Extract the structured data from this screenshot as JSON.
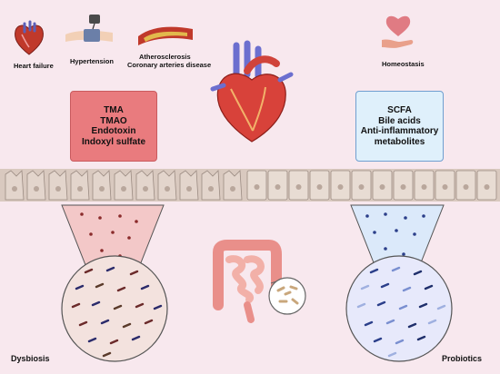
{
  "top_labels": {
    "heart_failure": "Heart failure",
    "hypertension": "Hypertension",
    "atherosclerosis": "Atherosclerosis",
    "coronary": "Coronary arteries disease",
    "homeostasis": "Homeostasis"
  },
  "dysbiosis_box": {
    "lines": [
      "TMA",
      "TMAO",
      "Endotoxin",
      "Indoxyl sulfate"
    ]
  },
  "probiotic_box": {
    "lines": [
      "SCFA",
      "Bile acids",
      "Anti-inflammatory",
      "metabolites"
    ]
  },
  "corner_labels": {
    "left": "Dysbiosis",
    "right": "Probiotics"
  },
  "colors": {
    "background": "#f8e8ee",
    "dysbiosis_box": "#e97b7e",
    "probiotic_box": "#dff0fb",
    "epithelium": "#e3d5cc"
  },
  "icons": [
    "heart-failure-icon",
    "blood-pressure-cuff-icon",
    "artery-plaque-icon",
    "heart-hand-icon",
    "heart-anatomy-icon",
    "intestine-icon"
  ]
}
